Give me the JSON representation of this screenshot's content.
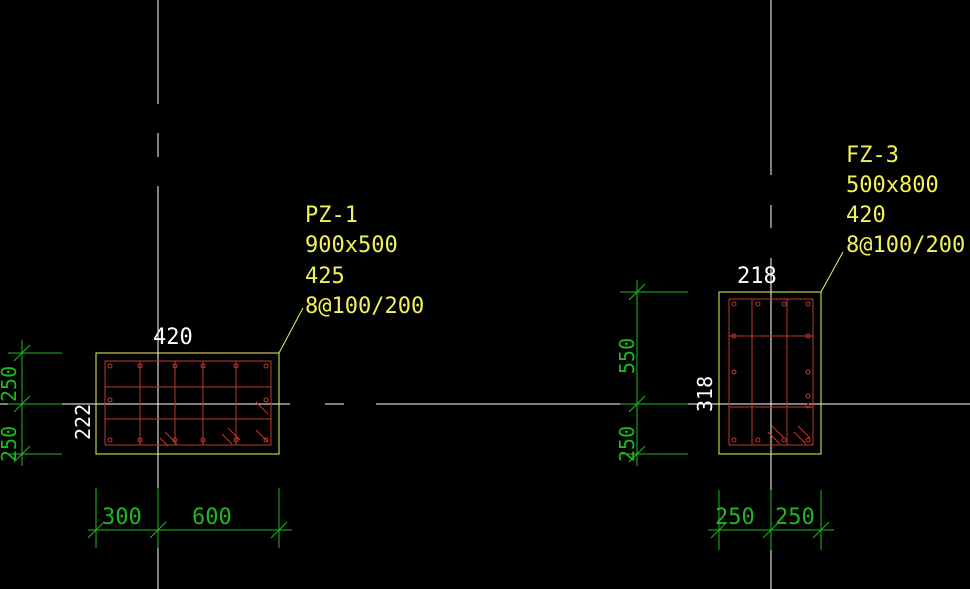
{
  "columns": {
    "pz1": {
      "label": {
        "name": "PZ-1",
        "size": "900x500",
        "main_bars": "425",
        "stirrups": "8@100/200"
      },
      "top_text": "420",
      "side_text": "222",
      "dims": {
        "bottom_left": "300",
        "bottom_right": "600",
        "side_top": "250",
        "side_bottom": "250"
      }
    },
    "fz3": {
      "label": {
        "name": "FZ-3",
        "size": "500x800",
        "main_bars": "420",
        "stirrups": "8@100/200"
      },
      "top_text": "218",
      "side_text": "318",
      "dims": {
        "side_top": "550",
        "side_bottom": "250",
        "bottom_left": "250",
        "bottom_right": "250"
      }
    }
  },
  "colors": {
    "background": "#000000",
    "section_outline": "#f2f25a",
    "rebar": "#c0392b",
    "dimension": "#1fb81f",
    "axis": "#ffffff"
  }
}
